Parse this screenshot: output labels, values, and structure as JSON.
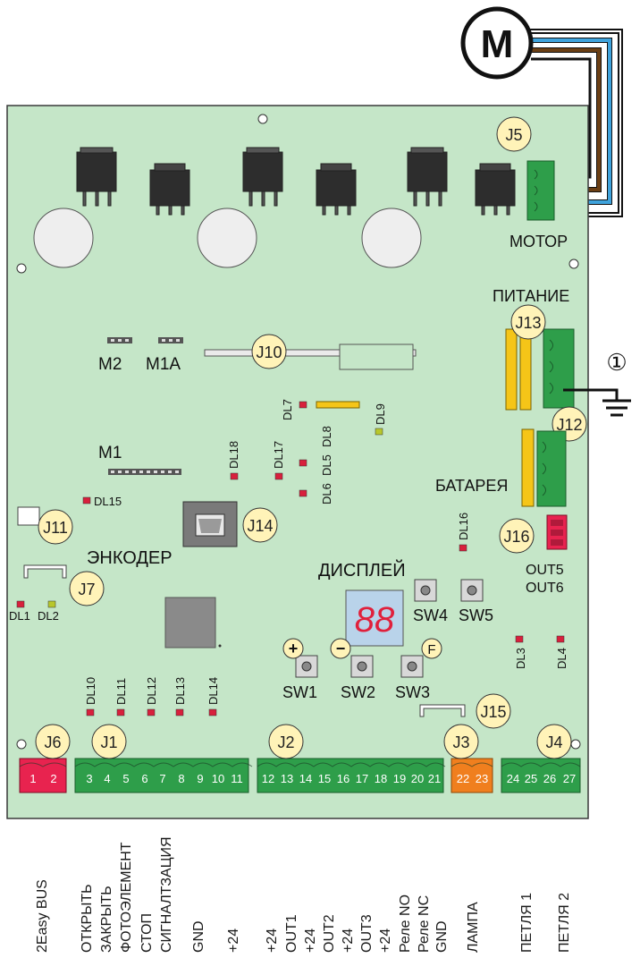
{
  "motor": {
    "symbol": "M",
    "label": "МОТОР",
    "connector": "J5"
  },
  "power": {
    "label": "ПИТАНИЕ",
    "connector": "J13",
    "ground_mark": "①"
  },
  "battery": {
    "label": "БАТАРЕЯ",
    "connector": "J12"
  },
  "outs": {
    "connector": "J16",
    "out5": "OUT5",
    "out6": "OUT6"
  },
  "jumpers": {
    "m2": "M2",
    "m1a": "M1A",
    "m1": "M1"
  },
  "board": {
    "j10": "J10",
    "j11": "J11",
    "j14": "J14",
    "j7": "J7",
    "j15": "J15",
    "encoder": "ЭНКОДЕР",
    "display": "ДИСПЛЕЙ",
    "display_value": "88"
  },
  "leds": {
    "dl1": "DL1",
    "dl2": "DL2",
    "dl3": "DL3",
    "dl4": "DL4",
    "dl5": "DL5",
    "dl6": "DL6",
    "dl7": "DL7",
    "dl8": "DL8",
    "dl9": "DL9",
    "dl10": "DL10",
    "dl11": "DL11",
    "dl12": "DL12",
    "dl13": "DL13",
    "dl14": "DL14",
    "dl15": "DL15",
    "dl16": "DL16",
    "dl17": "DL17",
    "dl18": "DL18"
  },
  "switches": {
    "sw1": "SW1",
    "sw2": "SW2",
    "sw3": "SW3",
    "sw4": "SW4",
    "sw5": "SW5",
    "plus": "+",
    "minus": "−",
    "f": "F"
  },
  "terminals": [
    {
      "id": "J6",
      "pins": [
        "1",
        "2"
      ]
    },
    {
      "id": "J1",
      "pins": [
        "3",
        "4",
        "5",
        "6",
        "7",
        "8",
        "9",
        "10",
        "11"
      ]
    },
    {
      "id": "J2",
      "pins": [
        "12",
        "13",
        "14",
        "15",
        "16",
        "17",
        "18",
        "19",
        "20",
        "21"
      ]
    },
    {
      "id": "J3",
      "pins": [
        "22",
        "23"
      ]
    },
    {
      "id": "J4",
      "pins": [
        "24",
        "25",
        "26",
        "27"
      ]
    }
  ],
  "bottom_labels": [
    "2Easy BUS",
    "ОТКРЫТЬ",
    "ЗАКРЫТЬ",
    "ФОТОЭЛЕМЕНТ",
    "СТОП",
    "СИГНАЛТЗАЦИЯ",
    "GND",
    "+24",
    "+24",
    "OUT1",
    "+24",
    "OUT2",
    "+24",
    "OUT3",
    "+24",
    "Реле NO",
    "Реле NC",
    "GND",
    "ЛАМПА",
    "ПЕТЛЯ 1",
    "ПЕТЛЯ 2"
  ],
  "colors": {
    "board": "#c5e6c8",
    "terminal_green": "#2e9e4a",
    "terminal_red": "#e8234f",
    "terminal_orange": "#f07f1e",
    "yellow_tag": "#fff3b8",
    "fuse": "#f5c518",
    "led_red": "#d8203c",
    "led_yellow": "#b8c72c",
    "wire_brown": "#6b3f14",
    "wire_blue": "#3fa3dc"
  }
}
